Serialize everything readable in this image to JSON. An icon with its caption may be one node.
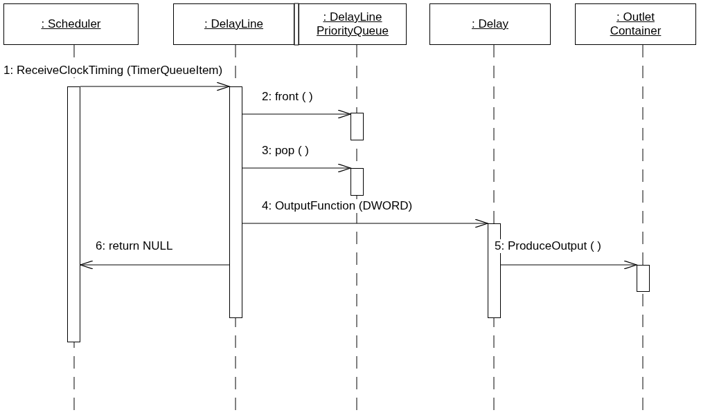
{
  "diagram": {
    "nodes": [
      {
        "text": [
          ": Scheduler"
        ]
      },
      {
        "text": [
          ": DelayLine"
        ]
      },
      {
        "text": [
          ": DelayLine PriorityQueue"
        ]
      },
      {
        "text": [
          ": Delay"
        ]
      },
      {
        "text": [
          ": Outlet Container"
        ]
      },
      {
        "text": [],
        "shape": "bar"
      },
      {
        "text": [],
        "shape": "bar"
      },
      {
        "text": [],
        "shape": "bar"
      },
      {
        "text": [],
        "shape": "bar"
      },
      {
        "text": [],
        "shape": "bar"
      },
      {
        "text": [],
        "shape": "bar"
      }
    ],
    "edges": [
      {
        "from": 5,
        "to": 6,
        "arrow": "to",
        "label": "1: ReceiveClockTiming (TimerQueueItem)"
      },
      {
        "from": 6,
        "to": 7,
        "arrow": "to",
        "label": "2: front ( )"
      },
      {
        "from": 6,
        "to": 8,
        "arrow": "to",
        "label": "3: pop ( )"
      },
      {
        "from": 6,
        "to": 9,
        "arrow": "to",
        "label": "4: OutputFunction (DWORD)"
      },
      {
        "from": 9,
        "to": 10,
        "arrow": "to",
        "label": "5: ProduceOutput ( )"
      },
      {
        "from": 6,
        "to": 5,
        "arrow": "to",
        "label": "6: return NULL"
      }
    ]
  }
}
